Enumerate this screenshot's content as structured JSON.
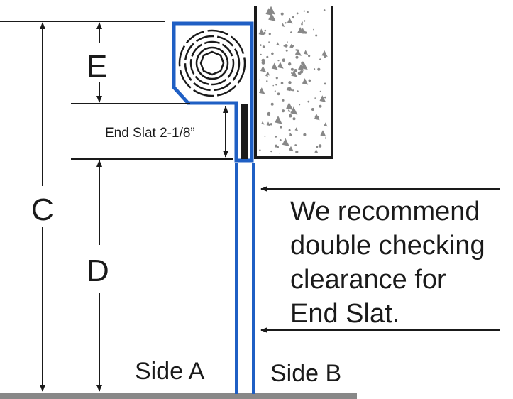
{
  "labels": {
    "dim_c": "C",
    "dim_d": "D",
    "dim_e": "E",
    "end_slat": "End Slat 2-1/8”",
    "side_a": "Side A",
    "side_b": "Side B"
  },
  "note": {
    "lines": [
      "We recommend",
      "double checking",
      "clearance for",
      "End Slat."
    ]
  },
  "colors": {
    "housing_outline": "#1f5fc4",
    "guide_rail": "#1f5fc4",
    "lines": "#1a1a1a",
    "floor": "#888888",
    "wall_fill": "#ffffff",
    "wall_speckle": "#888888",
    "end_slat": "#1a1a1a"
  }
}
